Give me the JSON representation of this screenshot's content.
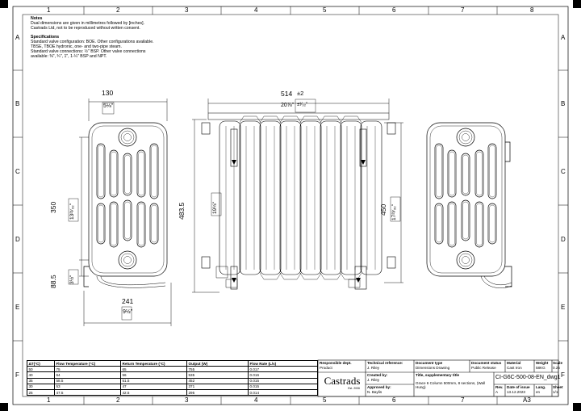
{
  "sheet": {
    "zones_top": [
      "1",
      "2",
      "3",
      "4",
      "5",
      "6",
      "7",
      "8"
    ],
    "zones_side": [
      "A",
      "B",
      "C",
      "D",
      "E",
      "F"
    ]
  },
  "notes": {
    "heading": "Notes",
    "line1": "Dual dimensions are given in millimetres followed by [inches].",
    "line2": "Castrads Ltd, not to be reproduced without written consent.",
    "spec_heading": "Specifications",
    "spec1": "Standard valve configuration: BOE. Other configurations available.",
    "spec2": "TBSE, TBOE hydronic, one- and two-pipe steam.",
    "spec3": "Standard valve connections: ½\" BSP. Other valve connections",
    "spec4": "available: ⅜\", ¾\", 1\", 1-¼\" BSP and NPT."
  },
  "dims": {
    "side_width": "130",
    "side_width_in": "5⅛\"",
    "overall_height": "483.5",
    "overall_height_in": "19⅛\"",
    "centers": "350",
    "centers_in": "13²¹⁄₃₂\"",
    "inlet_height": "88.5",
    "inlet_height_in": "3½\"",
    "depth": "241",
    "depth_in": "9½\"",
    "length": "514",
    "length_tol": "±2",
    "length_in": "20⅞\"",
    "length_in_tol": "±³⁄₃₂\"",
    "section_height": "450",
    "section_height_in": "17²³⁄₃₂\""
  },
  "table": {
    "headers": [
      "ΔT(°C)",
      "Flow Temperature (°C)",
      "Return Temperature (°C)",
      "Output (W)",
      "Flow Rate (L/s)"
    ],
    "rows": [
      [
        "50",
        "75",
        "65",
        "755",
        "0.017"
      ],
      [
        "40",
        "64",
        "56",
        "535",
        "0.016"
      ],
      [
        "35",
        "58.5",
        "51.5",
        "452",
        "0.015"
      ],
      [
        "30",
        "53",
        "47",
        "371",
        "0.015"
      ],
      [
        "25",
        "47.5",
        "42.5",
        "295",
        "0.014"
      ]
    ]
  },
  "title_block": {
    "responsible_label": "Responsible dept.",
    "responsible": "Product",
    "tech_ref_label": "Technical reference:",
    "tech_ref": "J. Riley",
    "doc_type_label": "Document type",
    "doc_type": "Dimensions Drawing",
    "doc_status_label": "Document status",
    "doc_status": "Public Release",
    "material_label": "Material",
    "material": "Cast Iron",
    "weight_label": "Weight",
    "weight": "58KG",
    "scale_label": "Scale",
    "scale": "0.25",
    "logo": "Castrads",
    "logo_sub": "Est. 2006",
    "created_label": "Created by:",
    "created": "J. Riley",
    "approved_label": "Approved by:",
    "approved": "N. Baylis",
    "title_label": "Title, supplementary title",
    "title": "Grace 6 Column 500mm, 8 sections, (Wall Hung)",
    "drawing_no": "CI-G6C-500-08-EN_dwg1",
    "rev_label": "Rev.",
    "rev": "A",
    "date_label": "Date of issue",
    "date": "13.12.2023",
    "lang_label": "Lang.",
    "lang": "en",
    "sheet_label": "Sheet",
    "sheet_no": "1/1",
    "paper": "A3"
  }
}
